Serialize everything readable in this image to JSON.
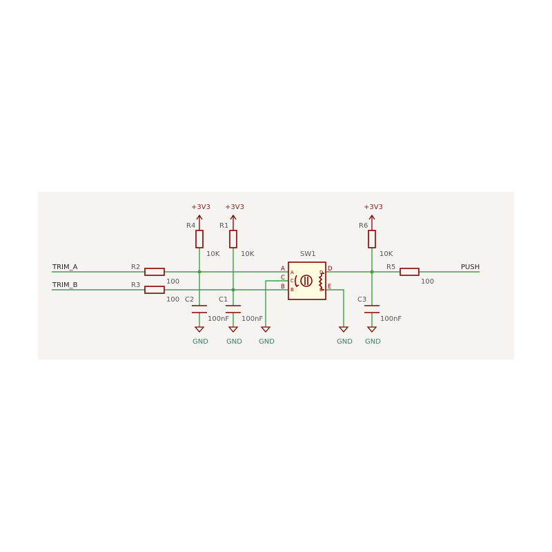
{
  "colors": {
    "background": "#ffffff",
    "sheet": "#f5f4f0",
    "wire": "#3aa045",
    "component": "#840000",
    "component_fill": "#fffbe0"
  },
  "nets": {
    "trim_a": "TRIM_A",
    "trim_b": "TRIM_B",
    "push": "PUSH"
  },
  "power": {
    "r4_supply": "+3V3",
    "r1_supply": "+3V3",
    "r6_supply": "+3V3",
    "gnd_c2": "GND",
    "gnd_c1": "GND",
    "gnd_sw_c": "GND",
    "gnd_sw_e": "GND",
    "gnd_c3": "GND"
  },
  "components": {
    "r1": {
      "ref": "R1",
      "value": "10K"
    },
    "r2": {
      "ref": "R2",
      "value": "100"
    },
    "r3": {
      "ref": "R3",
      "value": "100"
    },
    "r4": {
      "ref": "R4",
      "value": "10K"
    },
    "r5": {
      "ref": "R5",
      "value": "100"
    },
    "r6": {
      "ref": "R6",
      "value": "10K"
    },
    "c1": {
      "ref": "C1",
      "value": "100nF"
    },
    "c2": {
      "ref": "C2",
      "value": "100nF"
    },
    "c3": {
      "ref": "C3",
      "value": "100nF"
    },
    "sw1": {
      "ref": "SW1",
      "pins_left": [
        "A",
        "C",
        "B"
      ],
      "pins_right": [
        "D",
        "E"
      ],
      "inner_left": [
        "A",
        "C",
        "B"
      ],
      "inner_right": [
        "D",
        "E"
      ]
    }
  }
}
